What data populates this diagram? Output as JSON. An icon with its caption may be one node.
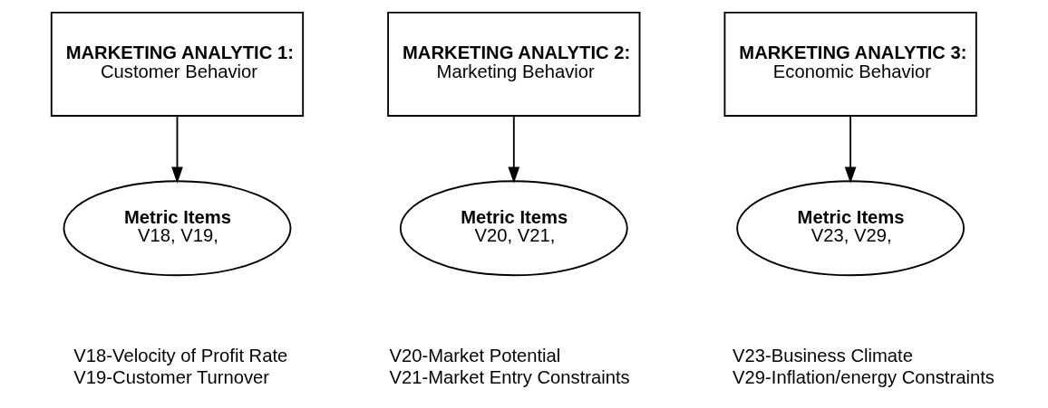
{
  "diagram": {
    "nodes": [
      {
        "text": [
          "MARKETING ANALYTIC 1:",
          "Customer Behavior"
        ]
      },
      {
        "text": [
          "MARKETING ANALYTIC 2:",
          "Marketing Behavior"
        ]
      },
      {
        "text": [
          "MARKETING ANALYTIC 3:",
          "Economic Behavior"
        ]
      },
      {
        "text": [
          "Metric Items",
          "V18, V19,"
        ]
      },
      {
        "text": [
          "Metric Items",
          "V20, V21,"
        ]
      },
      {
        "text": [
          "Metric Items",
          "V23, V29,"
        ]
      }
    ],
    "edges": [
      {
        "from": 0,
        "to": 3,
        "arrow": "to"
      },
      {
        "from": 1,
        "to": 4,
        "arrow": "to"
      },
      {
        "from": 2,
        "to": 5,
        "arrow": "to"
      }
    ],
    "labels": [
      "V18-Velocity of Profit Rate",
      "V19-Customer Turnover",
      "V20-Market Potential",
      "V21-Market Entry Constraints",
      "V23-Business Climate",
      "V29-Inflation/energy Constraints"
    ]
  }
}
